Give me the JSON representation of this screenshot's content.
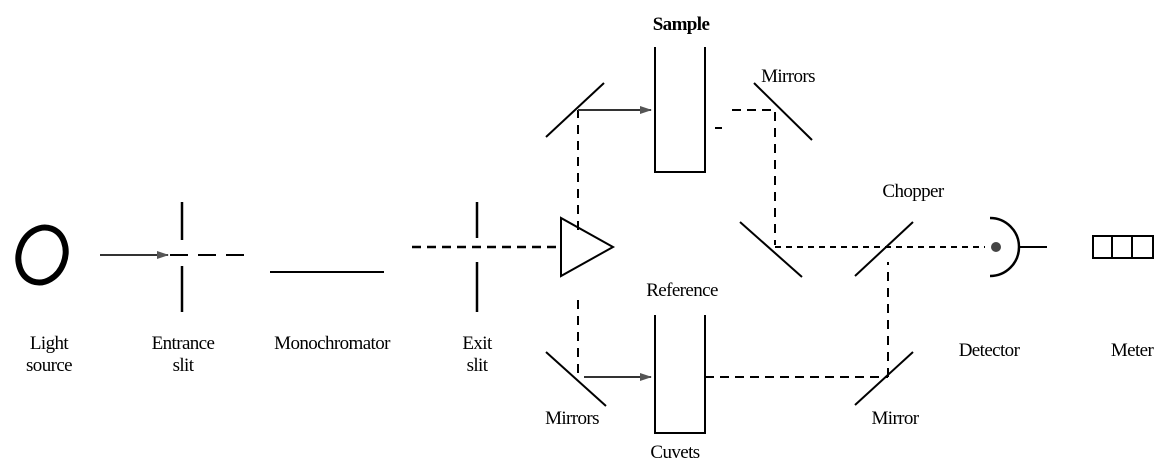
{
  "labels": {
    "light_source": [
      "Light",
      "source"
    ],
    "entrance_slit": [
      "Entrance",
      "slit"
    ],
    "monochromator": "Monochromator",
    "exit_slit": [
      "Exit",
      "slit"
    ],
    "sample": "Sample",
    "mirrors_top": "Mirrors",
    "chopper": "Chopper",
    "reference": "Reference",
    "detector": "Detector",
    "meter": "Meter",
    "mirrors_bottom": "Mirrors",
    "mirror": "Mirror",
    "cuvets": "Cuvets"
  }
}
